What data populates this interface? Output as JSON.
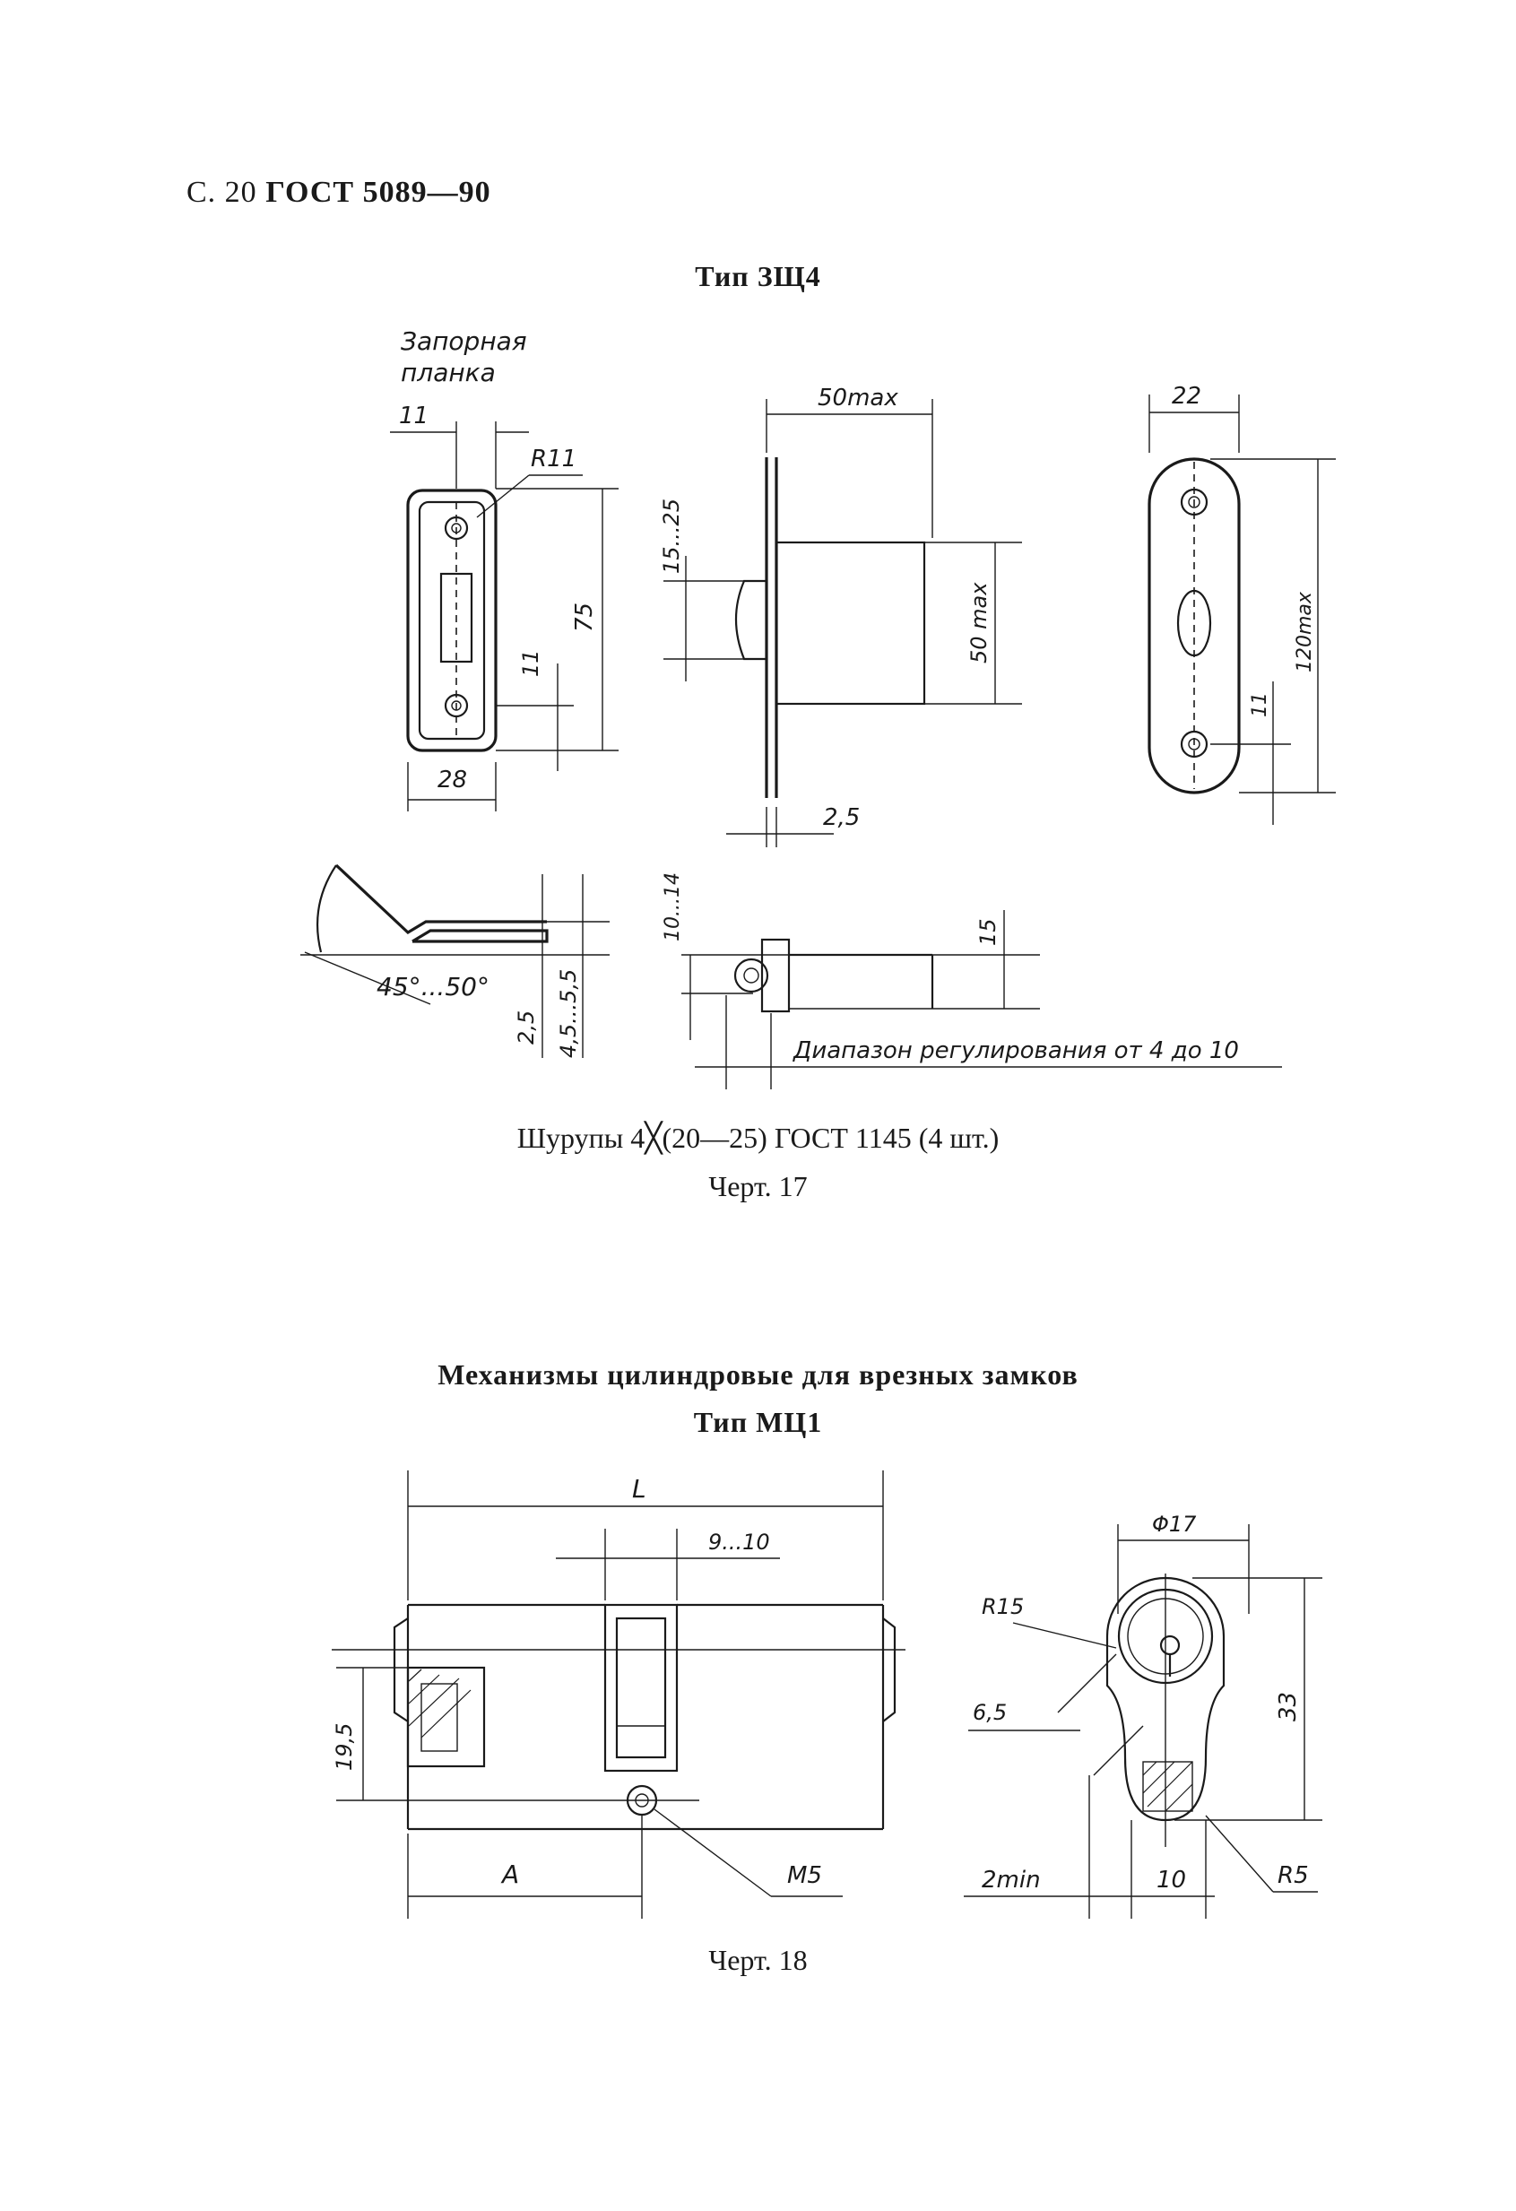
{
  "header": {
    "page": "С. 20",
    "standard": "ГОСТ 5089—90"
  },
  "section1": {
    "title": "Тип ЗЩ4",
    "labels": {
      "plate_line1": "Запорная",
      "plate_line2": "планка",
      "d11_top": "11",
      "r11": "R11",
      "d75": "75",
      "d11_side": "11",
      "d28": "28",
      "d50max_top": "50max",
      "d15_25": "15...25",
      "d50max_side": "50 max",
      "d2_5": "2,5",
      "d22": "22",
      "d120max": "120max",
      "d11_right": "11",
      "d10_14": "10...14",
      "d15": "15",
      "angle": "45°...50°",
      "d2_5_low": "2,5",
      "d4_5_5_5": "4,5...5,5",
      "range": "Диапазон регулирования от 4 до 10"
    },
    "screws": "Шурупы 4╳(20—25) ГОСТ 1145 (4 шт.)",
    "figure": "Черт. 17"
  },
  "section2": {
    "title_line1": "Механизмы цилиндровые для врезных замков",
    "title_line2": "Тип МЦ1",
    "labels": {
      "L": "L",
      "d9_10": "9...10",
      "d19_5": "19,5",
      "A": "A",
      "M5": "M5",
      "phi17": "Φ17",
      "r15": "R15",
      "d6_5": "6,5",
      "d33": "33",
      "d2min": "2min",
      "d10": "10",
      "r5": "R5"
    },
    "figure": "Черт. 18"
  }
}
